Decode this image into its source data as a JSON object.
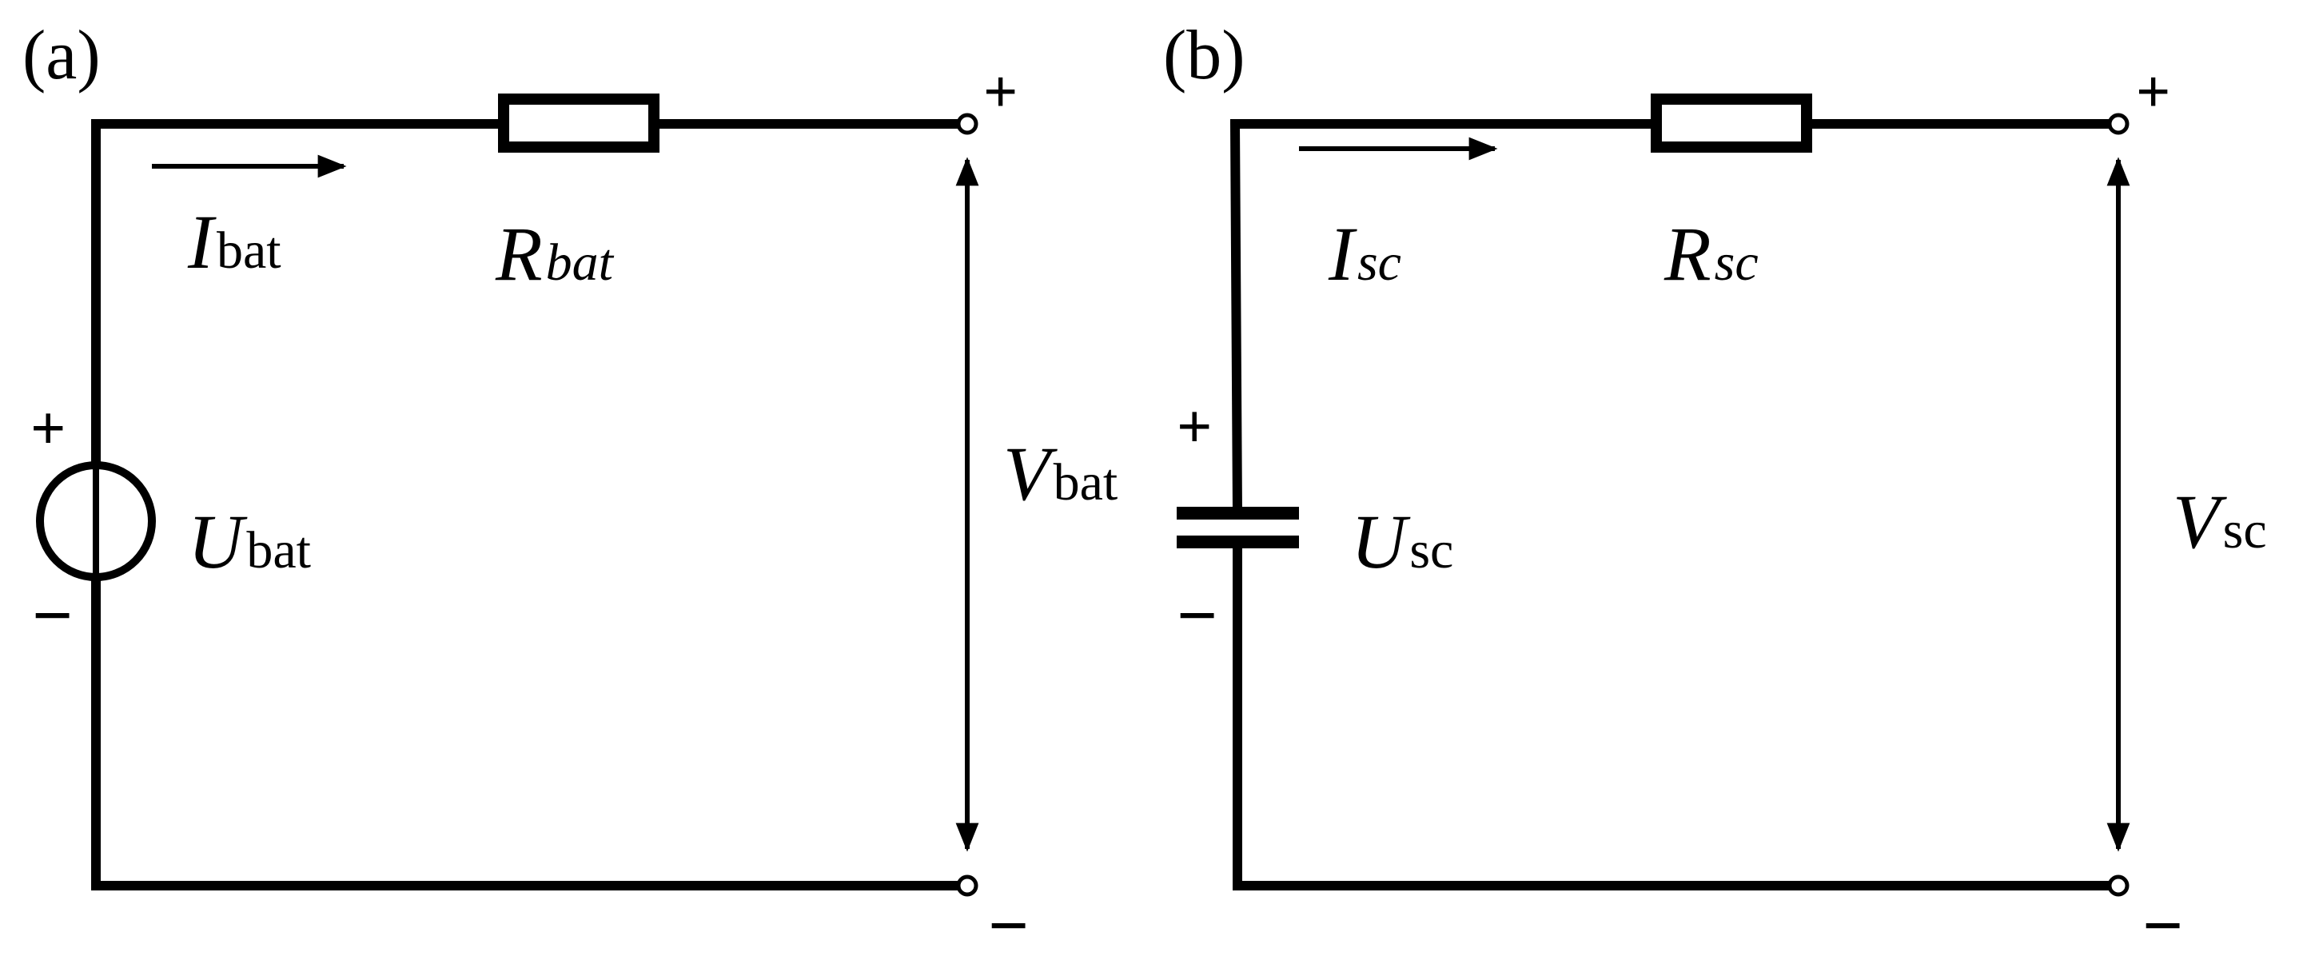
{
  "panels": [
    {
      "id": "a",
      "panel_label": "(a)",
      "current": {
        "symbol": "I",
        "subscript": "bat",
        "subscript_italic": false
      },
      "resistor": {
        "symbol": "R",
        "subscript": "bat",
        "subscript_italic": true
      },
      "source": {
        "symbol": "U",
        "subscript": "bat",
        "subscript_italic": false,
        "kind": "voltage-source",
        "plus": "+",
        "minus": "−"
      },
      "output_voltage": {
        "symbol": "V",
        "subscript": "bat",
        "subscript_italic": false,
        "plus": "+",
        "minus": "−"
      }
    },
    {
      "id": "b",
      "panel_label": "(b)",
      "current": {
        "symbol": "I",
        "subscript": "sc",
        "subscript_italic": true
      },
      "resistor": {
        "symbol": "R",
        "subscript": "sc",
        "subscript_italic": true
      },
      "source": {
        "symbol": "U",
        "subscript": "sc",
        "subscript_italic": false,
        "kind": "capacitor",
        "plus": "+",
        "minus": "−"
      },
      "output_voltage": {
        "symbol": "V",
        "subscript": "sc",
        "subscript_italic": false,
        "plus": "+",
        "minus": "−"
      }
    }
  ]
}
